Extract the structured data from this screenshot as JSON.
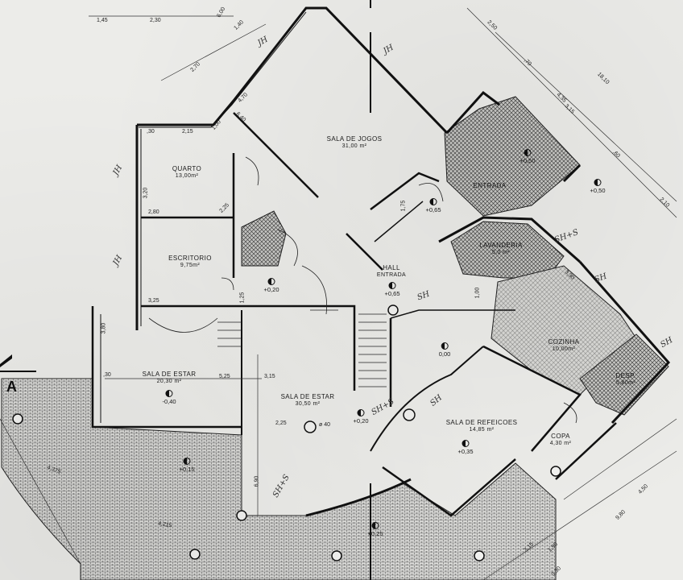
{
  "rooms": {
    "sala_jogos": {
      "name": "SALA DE JOGOS",
      "area": "31,00 m²"
    },
    "quarto": {
      "name": "QUARTO",
      "area": "13,00m²"
    },
    "escritorio": {
      "name": "ESCRITORIO",
      "area": "9,75m²"
    },
    "hall": {
      "name": "HALL",
      "sub": "ENTRADA"
    },
    "entrada": {
      "name": "ENTRADA"
    },
    "sala_estar_a": {
      "name": "SALA DE ESTAR",
      "area": "20,30 m²"
    },
    "sala_estar_b": {
      "name": "SALA DE ESTAR",
      "area": "30,50 m²"
    },
    "refeicoes": {
      "name": "SALA DE REFEICOES",
      "area": "14,85 m²"
    },
    "cozinha": {
      "name": "COZINHA",
      "area": "10,00m²"
    },
    "copa": {
      "name": "COPA",
      "area": "4,30 m²"
    },
    "desp": {
      "name": "DESP.",
      "area": "5,80m²"
    },
    "lavanderia": {
      "name": "LAVANDERIA",
      "area": "5,0 m²"
    }
  },
  "levels": {
    "entrada": "+0,50",
    "entrada_right": "+0,50",
    "hall_top": "+0,65",
    "hall": "+0,65",
    "escritorio_side": "+0,20",
    "estar_a": "-0,40",
    "estar_b": "+0,20",
    "terrace": "+0,15",
    "terrace_bottom": "+0,25",
    "stair": "0,00",
    "refeicoes": "+0,35"
  },
  "dimensions": {
    "top_145": "1,45",
    "top_230": "2,30",
    "top_600": "6,00",
    "top_140": "1,40",
    "d_270": "2,70",
    "d_470": "4,70",
    "d_640": "6,40",
    "q_30": ",30",
    "q_215": "2,15",
    "q_100": "1,00",
    "q_320": "3,20",
    "q_280": "2,80",
    "q_225": "2,25",
    "e_325": "3,25",
    "e_125": "1,25",
    "s_380": "3,80",
    "s_30": ",30",
    "s_525": "5,25",
    "s_315": "3,15",
    "s_225": "2,25",
    "s_690": "6,90",
    "r_250": "2,50",
    "r_70": ",70",
    "r_1810": "18,10",
    "r_435": "4,35",
    "r_315": "3,15",
    "r_60": ",60",
    "r_210": "2,10",
    "r_450": "4,50",
    "r_980": "9,80",
    "r_330": "3,30",
    "b_315": "3,15",
    "b_190": "1,90",
    "l_4375": "4,375",
    "l_4215": "4,215",
    "c_330": "3,30",
    "c_100": "1,00",
    "h_175": "1,75",
    "diam": "ø 40"
  },
  "annotations": {
    "jh_1": "JH",
    "jh_2": "JH",
    "jh_3": "JH",
    "jh_4": "JH",
    "sh_1": "SH",
    "sh_2": "SH",
    "sh_3": "SH",
    "sh_4": "SH",
    "shs_1": "SH+S",
    "shs_2": "SH+S",
    "shs_3": "SH+S"
  },
  "section_marker": {
    "label": "A"
  }
}
